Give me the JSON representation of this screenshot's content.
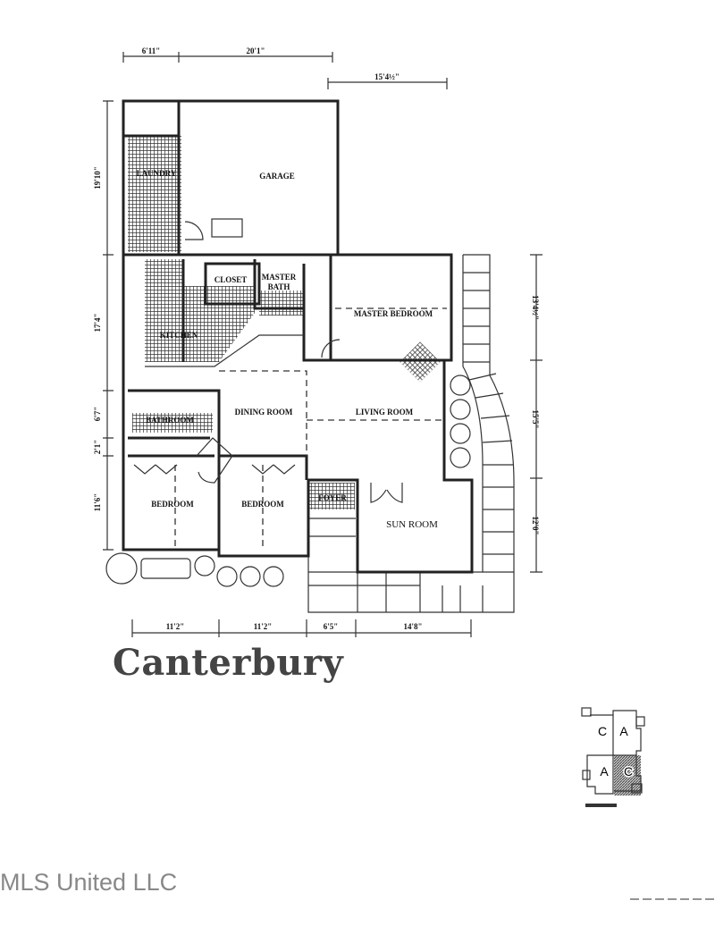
{
  "plan": {
    "title": "Canterbury",
    "watermark": "MLS United LLC",
    "rooms": {
      "garage": "GARAGE",
      "closet": "CLOSET",
      "master_bath_1": "MASTER",
      "master_bath_2": "BATH",
      "master_bedroom": "MASTER BEDROOM",
      "laundry": "LAUNDRY",
      "kitchen": "KITCHEN",
      "bathroom": "BATHROOM",
      "dining_room": "DINING ROOM",
      "living_room": "LIVING ROOM",
      "bedroom_1": "BEDROOM",
      "bedroom_2": "BEDROOM",
      "foyer": "FOYER",
      "sun_room": "SUN ROOM"
    },
    "dimensions": {
      "top_1": "6'11\"",
      "top_2": "20'1\"",
      "top_3": "15'4½\"",
      "left_1": "19'10\"",
      "left_2": "17'4\"",
      "left_3": "6'7\"",
      "left_4": "2'1\"",
      "left_5": "11'6\"",
      "right_1": "13'4½\"",
      "right_2": "15'5\"",
      "right_3": "12'0\"",
      "bottom_1": "11'2\"",
      "bottom_2": "11'2\"",
      "bottom_3": "6'5\"",
      "bottom_4": "14'8\""
    },
    "key_plan": {
      "units": [
        "C",
        "A",
        "A",
        "C"
      ],
      "highlight": "#555555"
    }
  }
}
